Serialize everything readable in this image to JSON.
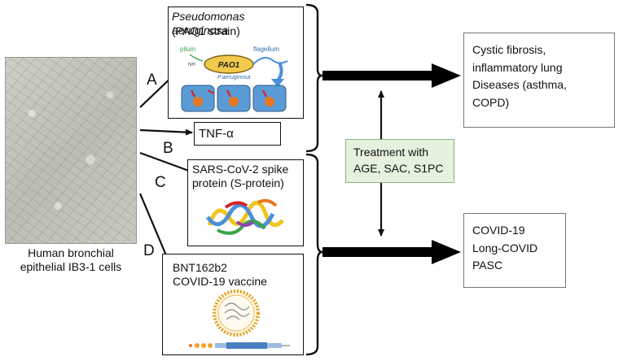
{
  "cells": {
    "caption_line1": "Human bronchial",
    "caption_line2": "epithelial IB3-1 cells"
  },
  "letters": {
    "a": "A",
    "b": "B",
    "c": "C",
    "d": "D"
  },
  "box_a": {
    "title_italic": "Pseudomonas aeruginosa",
    "subtitle": "(PAO1 strain)",
    "fig_pilum": "pilum",
    "fig_flagellum": "flagellum",
    "fig_pao1": "PAO1",
    "fig_species": "P.aeruginosa",
    "fig_nh": "NH"
  },
  "tnf": {
    "label": "TNF-α"
  },
  "box_c": {
    "line1": "SARS-CoV-2 spike",
    "line2": "protein (S-protein)"
  },
  "box_d": {
    "line1": "BNT162b2",
    "line2": "COVID-19 vaccine"
  },
  "treatment": {
    "line1": "Treatment with",
    "line2": "AGE, SAC, S1PC"
  },
  "outcome_top": {
    "line1": "Cystic fibrosis,",
    "line2": "inflammatory lung",
    "line3": "Diseases (asthma,",
    "line4": "COPD)"
  },
  "outcome_bottom": {
    "line1": "COVID-19",
    "line2": "Long-COVID",
    "line3": "PASC"
  },
  "colors": {
    "treatment_bg": "#e6f1de",
    "treatment_border": "#8fb07a",
    "pao1_fill": "#f2c94c",
    "cell_fill": "#5b9bd5",
    "nucleus": "#e8781e",
    "flagellum": "#4a90d9",
    "pilum_text": "#3aa34a"
  }
}
